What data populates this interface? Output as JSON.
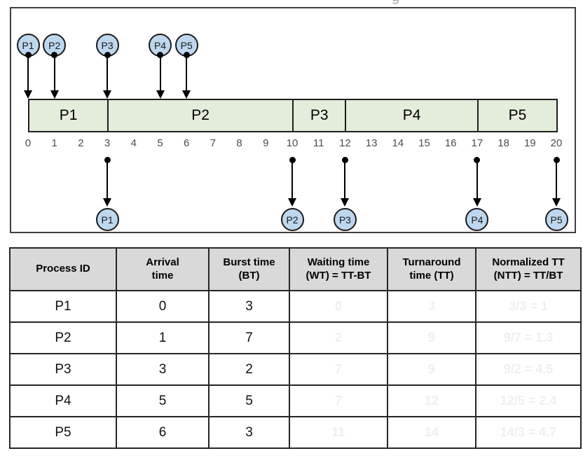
{
  "page": {
    "title_fragment": "g"
  },
  "gantt": {
    "time_start": 0,
    "time_end": 20,
    "bar_color": "#e4ecda",
    "circle_fill": "#bdd7ee",
    "segments": [
      {
        "label": "P1",
        "start": 0,
        "end": 3
      },
      {
        "label": "P2",
        "start": 3,
        "end": 10
      },
      {
        "label": "P3",
        "start": 10,
        "end": 12
      },
      {
        "label": "P4",
        "start": 12,
        "end": 17
      },
      {
        "label": "P5",
        "start": 17,
        "end": 20
      }
    ],
    "arrivals": [
      {
        "label": "P1",
        "time": 0
      },
      {
        "label": "P2",
        "time": 1
      },
      {
        "label": "P3",
        "time": 3
      },
      {
        "label": "P4",
        "time": 5
      },
      {
        "label": "P5",
        "time": 6
      }
    ],
    "completions": [
      {
        "label": "P1",
        "time": 3
      },
      {
        "label": "P2",
        "time": 10
      },
      {
        "label": "P3",
        "time": 12
      },
      {
        "label": "P4",
        "time": 17
      },
      {
        "label": "P5",
        "time": 20
      }
    ],
    "ticks": [
      0,
      1,
      2,
      3,
      4,
      5,
      6,
      7,
      8,
      9,
      10,
      11,
      12,
      13,
      14,
      15,
      16,
      17,
      18,
      19,
      20
    ]
  },
  "table": {
    "headers": [
      "Process ID",
      "Arrival\ntime",
      "Burst time\n(BT)",
      "Waiting time\n(WT) = TT-BT",
      "Turnaround\ntime (TT)",
      "Normalized TT\n(NTT) = TT/BT"
    ],
    "rows": [
      {
        "pid": "P1",
        "arrival": "0",
        "burst": "3",
        "waiting": "0",
        "turnaround": "3",
        "ntt": "3/3 = 1"
      },
      {
        "pid": "P2",
        "arrival": "1",
        "burst": "7",
        "waiting": "2",
        "turnaround": "9",
        "ntt": "9/7 = 1.3"
      },
      {
        "pid": "P3",
        "arrival": "3",
        "burst": "2",
        "waiting": "7",
        "turnaround": "9",
        "ntt": "9/2 = 4.5"
      },
      {
        "pid": "P4",
        "arrival": "5",
        "burst": "5",
        "waiting": "7",
        "turnaround": "12",
        "ntt": "12/5 = 2.4"
      },
      {
        "pid": "P5",
        "arrival": "6",
        "burst": "3",
        "waiting": "11",
        "turnaround": "14",
        "ntt": "14/3 = 4.7"
      }
    ]
  }
}
